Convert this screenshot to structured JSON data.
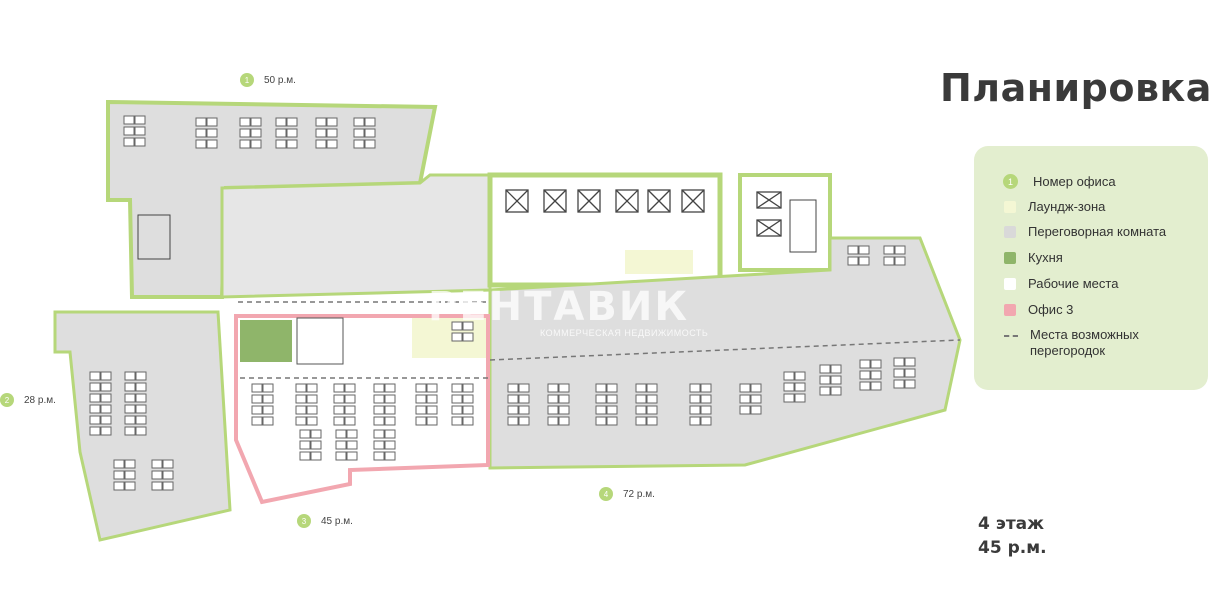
{
  "title": "Планировка",
  "legend": {
    "items": [
      {
        "label": "Номер офиса",
        "icon": "office-number-icon",
        "num": "1"
      },
      {
        "label": "Лаундж-зона",
        "color": "#f4f7d4"
      },
      {
        "label": "Переговорная комната",
        "color": "#d9d9d9"
      },
      {
        "label": "Кухня",
        "color": "#8fb56a"
      },
      {
        "label": "Рабочие места",
        "color": "#ffffff"
      },
      {
        "label": "Офис 3",
        "color": "#f2a7b0"
      },
      {
        "label": "Места возможных перегородок",
        "icon": "dashed-line-icon"
      }
    ]
  },
  "offices": [
    {
      "num": "1",
      "seats": "50 р.м."
    },
    {
      "num": "2",
      "seats": "28 р.м."
    },
    {
      "num": "3",
      "seats": "45 р.м."
    },
    {
      "num": "4",
      "seats": "72 р.м."
    }
  ],
  "floor": {
    "level": "4 этаж",
    "seats": "45 р.м."
  },
  "watermark": {
    "brand": "РЕНТАВИК",
    "tagline": "КОММЕРЧЕСКАЯ НЕДВИЖИМОСТЬ"
  },
  "colors": {
    "wall": "#b6d77a",
    "room": "#d9d9d9",
    "office3": "#f2a7b0",
    "kitchen": "#8fb56a",
    "accent_bg": "#e3eecf"
  }
}
